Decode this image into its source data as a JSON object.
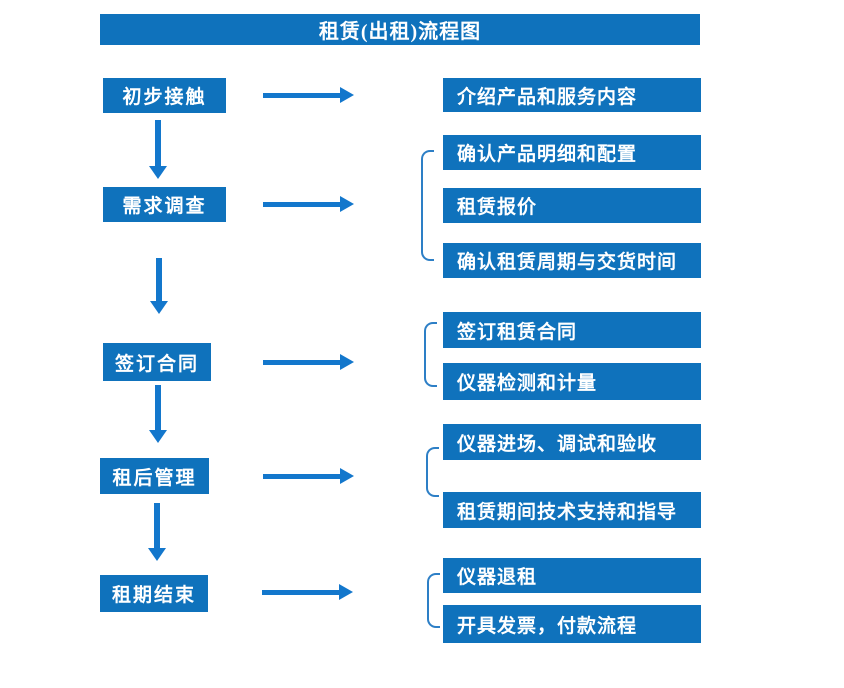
{
  "title": "租赁(出租)流程图",
  "colors": {
    "box_blue": "#0f72bc",
    "arrow_blue": "#1377cc",
    "bracket_blue": "#2d7fc6",
    "text_white": "#ffffff"
  },
  "stages": [
    {
      "label": "初步接触",
      "outputs": [
        "介绍产品和服务内容"
      ]
    },
    {
      "label": "需求调查",
      "outputs": [
        "确认产品明细和配置",
        "租赁报价",
        "确认租赁周期与交货时间"
      ]
    },
    {
      "label": "签订合同",
      "outputs": [
        "签订租赁合同",
        "仪器检测和计量"
      ]
    },
    {
      "label": "租后管理",
      "outputs": [
        "仪器进场、调试和验收",
        "租赁期间技术支持和指导"
      ]
    },
    {
      "label": "租期结束",
      "outputs": [
        "仪器退租",
        "开具发票，付款流程"
      ]
    }
  ]
}
